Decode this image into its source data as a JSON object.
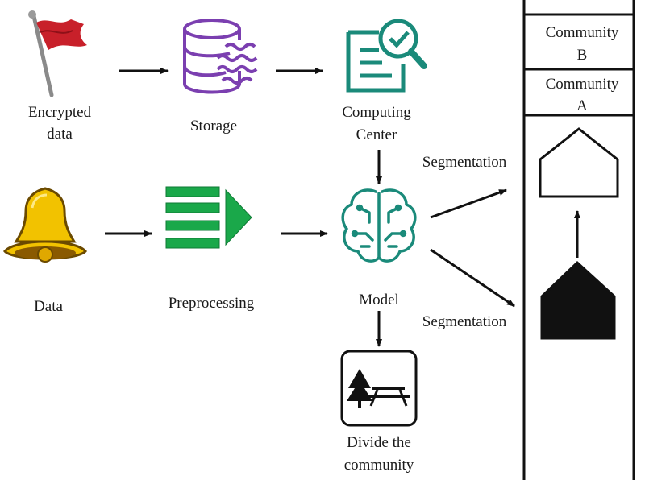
{
  "nodes": {
    "encrypted": {
      "line1": "Encrypted",
      "line2": "data",
      "icon": "red-flag-icon"
    },
    "storage": {
      "label": "Storage",
      "icon": "database-icon"
    },
    "computing": {
      "line1": "Computing",
      "line2": "Center",
      "icon": "document-search-icon"
    },
    "data": {
      "label": "Data",
      "icon": "bell-icon"
    },
    "preprocessing": {
      "label": "Preprocessing",
      "icon": "forward-arrow-list-icon"
    },
    "model": {
      "label": "Model",
      "icon": "brain-circuit-icon"
    },
    "divide": {
      "line1": "Divide the",
      "line2": "community",
      "icon": "picnic-park-icon"
    }
  },
  "edges": {
    "seg_top": "Segmentation",
    "seg_bottom": "Segmentation"
  },
  "communities": {
    "b": {
      "line1": "Community",
      "line2": "B"
    },
    "a": {
      "line1": "Community",
      "line2": "A"
    }
  },
  "colors": {
    "flag": "#c8202a",
    "storage": "#7b3fb0",
    "teal": "#1a8a7a",
    "bell": "#f2c200",
    "green": "#1aa84a"
  }
}
